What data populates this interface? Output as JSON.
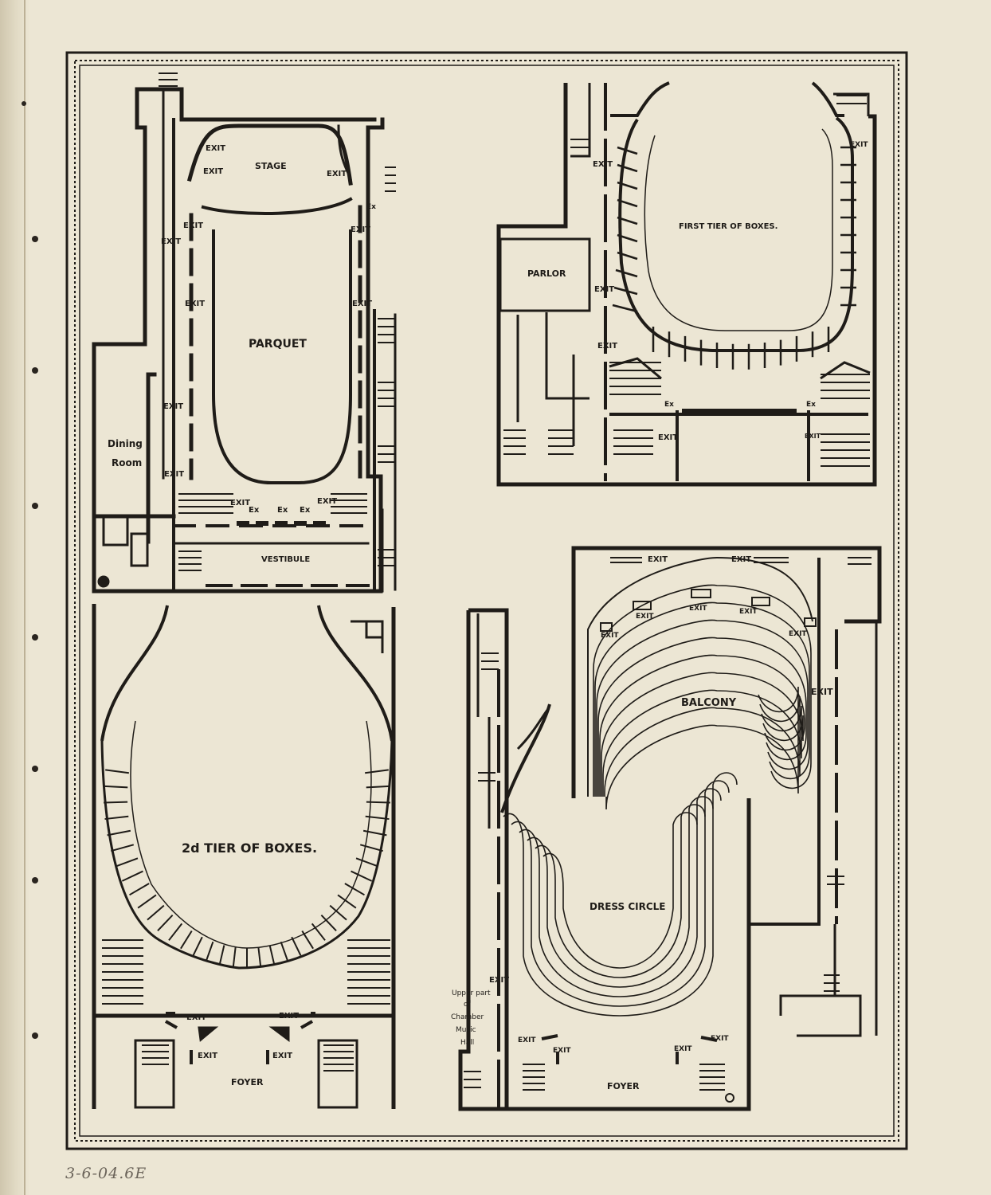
{
  "plans": {
    "parquet": {
      "labels": {
        "stage": "STAGE",
        "parquet": "PARQUET",
        "dining_room_1": "Dining",
        "dining_room_2": "Room",
        "vestibule": "VESTIBULE",
        "exit": "EXIT",
        "ex": "Ex"
      }
    },
    "first_tier": {
      "labels": {
        "title": "FIRST TIER OF BOXES.",
        "parlor": "PARLOR",
        "exit": "EXIT",
        "ex": "Ex"
      }
    },
    "second_tier": {
      "labels": {
        "title": "2d TIER OF BOXES.",
        "foyer": "FOYER",
        "exit": "EXIT"
      }
    },
    "balcony": {
      "labels": {
        "balcony": "BALCONY",
        "exit": "EXIT"
      }
    },
    "dress_circle": {
      "labels": {
        "dress_circle": "DRESS CIRCLE",
        "foyer": "FOYER",
        "exit": "EXIT",
        "chamber_1": "Upper part",
        "chamber_2": "of",
        "chamber_3": "Chamber",
        "chamber_4": "Music",
        "chamber_5": "Hall"
      }
    }
  },
  "annotation": "3-6-04.6E",
  "colors": {
    "ink": "#1f1c18",
    "paper": "#ece6d4"
  }
}
